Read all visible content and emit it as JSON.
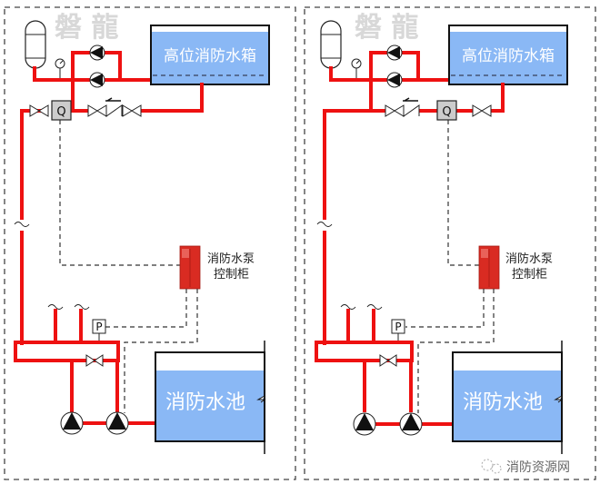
{
  "diagram": {
    "watermark": "磐 龍",
    "panels": [
      {
        "id": "left",
        "high_tank_label": "高位消防水箱",
        "pool_label": "消防水池",
        "control_cabinet_label_line1": "消防水泵",
        "control_cabinet_label_line2": "控制柜",
        "flow_switch_label": "Q",
        "pressure_switch_label": "P",
        "flow_switch_position": "before check valve (left of riser)"
      },
      {
        "id": "right",
        "high_tank_label": "高位消防水箱",
        "pool_label": "消防水池",
        "control_cabinet_label_line1": "消防水泵",
        "control_cabinet_label_line2": "控制柜",
        "flow_switch_label": "Q",
        "pressure_switch_label": "P",
        "flow_switch_position": "after check valve (right of riser)"
      }
    ],
    "footer_brand": "消防资源网",
    "colors": {
      "pipe": "#ee1111",
      "tank_water": "#8ab8f5",
      "cabinet": "#d92b22",
      "signal_line": "#333333"
    }
  }
}
